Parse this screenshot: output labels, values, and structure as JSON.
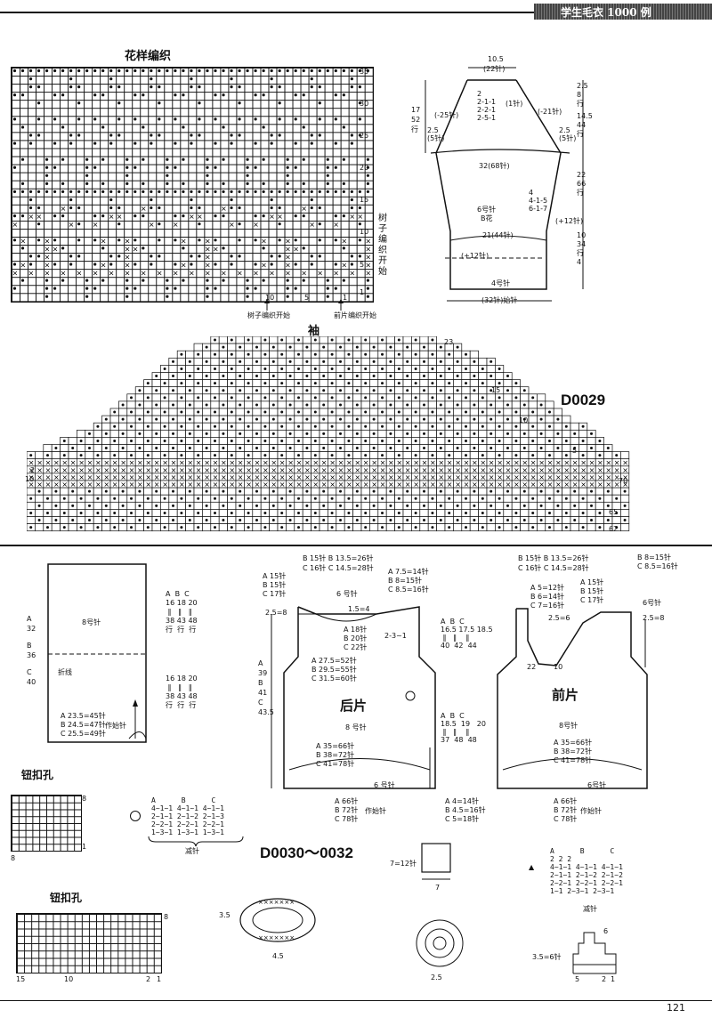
{
  "header": {
    "book_title": "学生毛衣 1000 例",
    "page_number": "121"
  },
  "pattern_chart": {
    "title": "花样编织",
    "row_marks": [
      "35",
      "30",
      "25",
      "20",
      "15",
      "10",
      "5",
      "1"
    ],
    "side_note": "树子编织开始",
    "bottom_left": "树子编织开始",
    "bottom_right": "前片编织开始",
    "col_marks": [
      "10",
      "5",
      "1"
    ]
  },
  "sleeve_schematic": {
    "top_width": "10.5",
    "top_stitches": "(22针)",
    "cap_rules": [
      "2",
      "2-1-1",
      "2-2-1",
      "2-5-1"
    ],
    "cap_rules_right": "(1针)",
    "left_dec": "(-25针)",
    "right_dec": "(-21针)",
    "height_left": [
      "17",
      "52",
      "行"
    ],
    "left_small": [
      "2.5",
      "(5针)"
    ],
    "right_small": [
      "2.5",
      "(5针)"
    ],
    "mid_width": "32(68针)",
    "needle": "6号针",
    "pattern": "B花",
    "inc_rules": [
      "4",
      "4-1-5",
      "6-1-7"
    ],
    "inc_total": "(+12针)",
    "cuff_width": "21(44针)",
    "cuff_inc": "(+12针)",
    "cuff_needle": "4号针",
    "cast_on": "(32针)始针",
    "right_dims": [
      "2.5",
      "8",
      "行",
      "14.5",
      "44",
      "行",
      "22",
      "66",
      "行",
      "10",
      "34",
      "行",
      "4"
    ]
  },
  "sleeve_chart": {
    "title": "袖",
    "row_marks": [
      "23",
      "15",
      "10",
      "5"
    ],
    "right_marks": [
      "70",
      "65",
      "62"
    ],
    "left_marks": [
      "2",
      "10"
    ]
  },
  "code_top": "D0029",
  "scarf": {
    "heights": {
      "a": "32",
      "b": "36",
      "c": "40"
    },
    "needle": "8号针",
    "fold": "折线",
    "sizes_top": [
      "A",
      "B",
      "C"
    ],
    "rows_top": [
      "16",
      "18",
      "20"
    ],
    "rows_top2": [
      "38",
      "43",
      "48"
    ],
    "row_unit": "行",
    "sizes_bot": [
      "16",
      "18",
      "20"
    ],
    "rows_bot": [
      "38",
      "43",
      "48"
    ],
    "cast_on": [
      "A 23.5=45针",
      "B 24.5=47针",
      "C 25.5=49针"
    ],
    "start": "作始针"
  },
  "back": {
    "title": "后片",
    "neck": [
      "B 15针",
      "C 16针",
      "B 13.5=26针",
      "C 14.5=28针"
    ],
    "shoulder_l": [
      "A 15针",
      "B 15针",
      "C 17针"
    ],
    "shoulder_r": [
      "A 7.5=14针",
      "B 8=15针",
      "C 8.5=16针"
    ],
    "small_needle": "6 号针",
    "neck_dim": "1.5=4",
    "edge_dim": "2.5=8",
    "neck_rows": [
      "A 18针",
      "B 20针",
      "C 22针"
    ],
    "neck_dec": "2-3~1",
    "widths": [
      "A 27.5=52针",
      "B 29.5=55针",
      "C 31.5=60针"
    ],
    "needle": "8 号针",
    "body_widths": [
      "A 35=66针",
      "B 38=72针",
      "C 41=78针"
    ],
    "hem_needle": "6 号针",
    "left_h": [
      "A",
      "39",
      "B",
      "41",
      "C",
      "43.5"
    ],
    "right_h": [
      "A",
      "16.5",
      "B",
      "17.5",
      "C",
      "18.5",
      "40",
      "42",
      "44"
    ],
    "lower_h": [
      "A",
      "18.5",
      "B",
      "19",
      "C",
      "20",
      "37",
      "48",
      "48"
    ],
    "cast_on": [
      "A 66针",
      "B 72针",
      "C 78针"
    ],
    "start": "作始针",
    "side_inc": [
      "A 4=14针",
      "B 4.5=16针",
      "C 5=18针"
    ]
  },
  "front": {
    "title": "前片",
    "neck": [
      "B 15针",
      "C 16针",
      "B 13.5=26针",
      "C 14.5=28针"
    ],
    "shoulder_r": [
      "B 8=15针",
      "C 8.5=16针"
    ],
    "left_col": [
      "A 5=12针",
      "B 6=14针",
      "C 7=16针"
    ],
    "right_col": [
      "A 15针",
      "B 15针",
      "C 17针"
    ],
    "small_needle": "6号针",
    "neck_edge": "2.5=6",
    "edge_dim": "2.5=8",
    "dims": [
      "22",
      "10"
    ],
    "needle": "8号针",
    "body_widths": [
      "A 35=66针",
      "B 38=72针",
      "C 41=78针"
    ],
    "hem_needle": "6号针",
    "cast_on": [
      "A 66针",
      "B 72针",
      "C 78针"
    ],
    "start": "作始针"
  },
  "buttonhole": {
    "title": "钮扣孔",
    "marks": [
      "8",
      "1",
      "8"
    ],
    "rules_header": [
      "A",
      "B",
      "C"
    ],
    "rules": [
      [
        "4~1~1",
        "4~1~1",
        "4~1~1"
      ],
      [
        "2~1~1",
        "2~1~2",
        "2~1~3"
      ],
      [
        "2~2~1",
        "2~2~1",
        "2~2~1"
      ],
      [
        "1~3~1",
        "1~3~1",
        "1~3~1"
      ]
    ],
    "dec_label": "减针"
  },
  "buttonhole2": {
    "title": "钮扣孔",
    "marks": [
      "8",
      "15",
      "10",
      "2",
      "1"
    ]
  },
  "code_bottom": "D0030～0032",
  "pocket": {
    "height": "7=12针",
    "width": "7"
  },
  "front_dec": {
    "header": [
      "A",
      "B",
      "C"
    ],
    "rows": [
      [
        "2",
        "2",
        "2"
      ],
      [
        "4~1~1",
        "4~1~1",
        "4~1~1"
      ],
      [
        "2~1~1",
        "2~1~2",
        "2~1~2"
      ],
      [
        "2~2~1",
        "2~2~1",
        "2~2~1"
      ],
      [
        "1~1",
        "2~3~1",
        "2~3~1"
      ]
    ],
    "dec_label": "减针"
  },
  "oval": {
    "height": "3.5",
    "width": "4.5"
  },
  "round": {
    "width": "2.5"
  },
  "small_chart": {
    "dims": "3.5=6针",
    "marks": [
      "6",
      "5",
      "2",
      "1"
    ]
  }
}
